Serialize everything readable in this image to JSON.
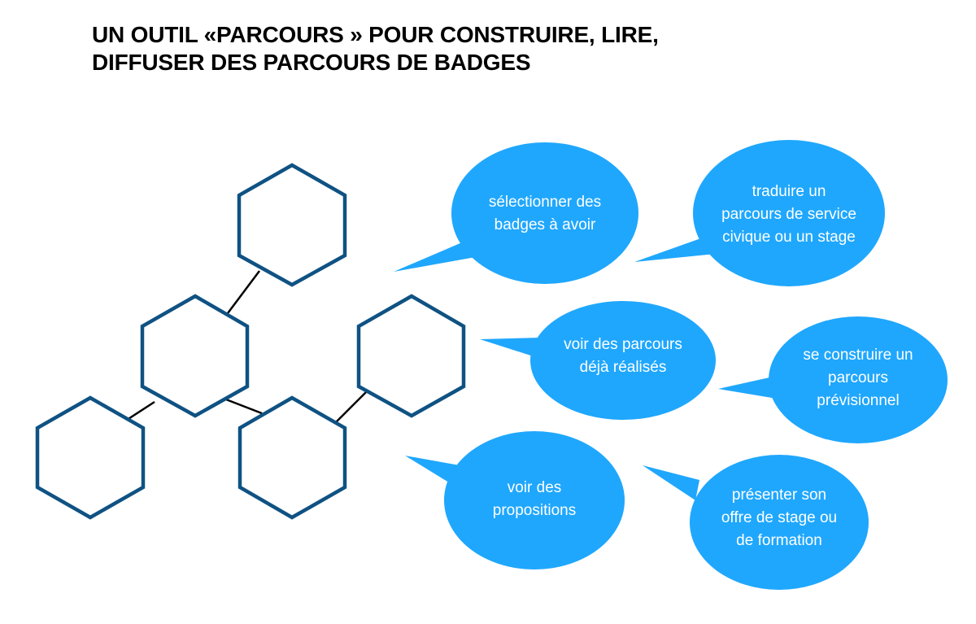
{
  "title": {
    "line1": "UN OUTIL «PARCOURS » POUR CONSTRUIRE, LIRE,",
    "line2": "DIFFUSER DES PARCOURS DE BADGES"
  },
  "colors": {
    "bubble": "#1fa7fd",
    "hexagon_stroke": "#0f5283",
    "connector": "#000000"
  },
  "bubbles": [
    {
      "lines": [
        "sélectionner des",
        "badges à avoir"
      ]
    },
    {
      "lines": [
        "traduire un",
        "parcours de service",
        "civique ou un stage"
      ]
    },
    {
      "lines": [
        "voir des parcours",
        "déjà réalisés"
      ]
    },
    {
      "lines": [
        "se construire un",
        "parcours",
        "prévisionnel"
      ]
    },
    {
      "lines": [
        "voir des",
        "propositions"
      ]
    },
    {
      "lines": [
        "présenter son",
        "offre de stage ou",
        "de formation"
      ]
    }
  ]
}
